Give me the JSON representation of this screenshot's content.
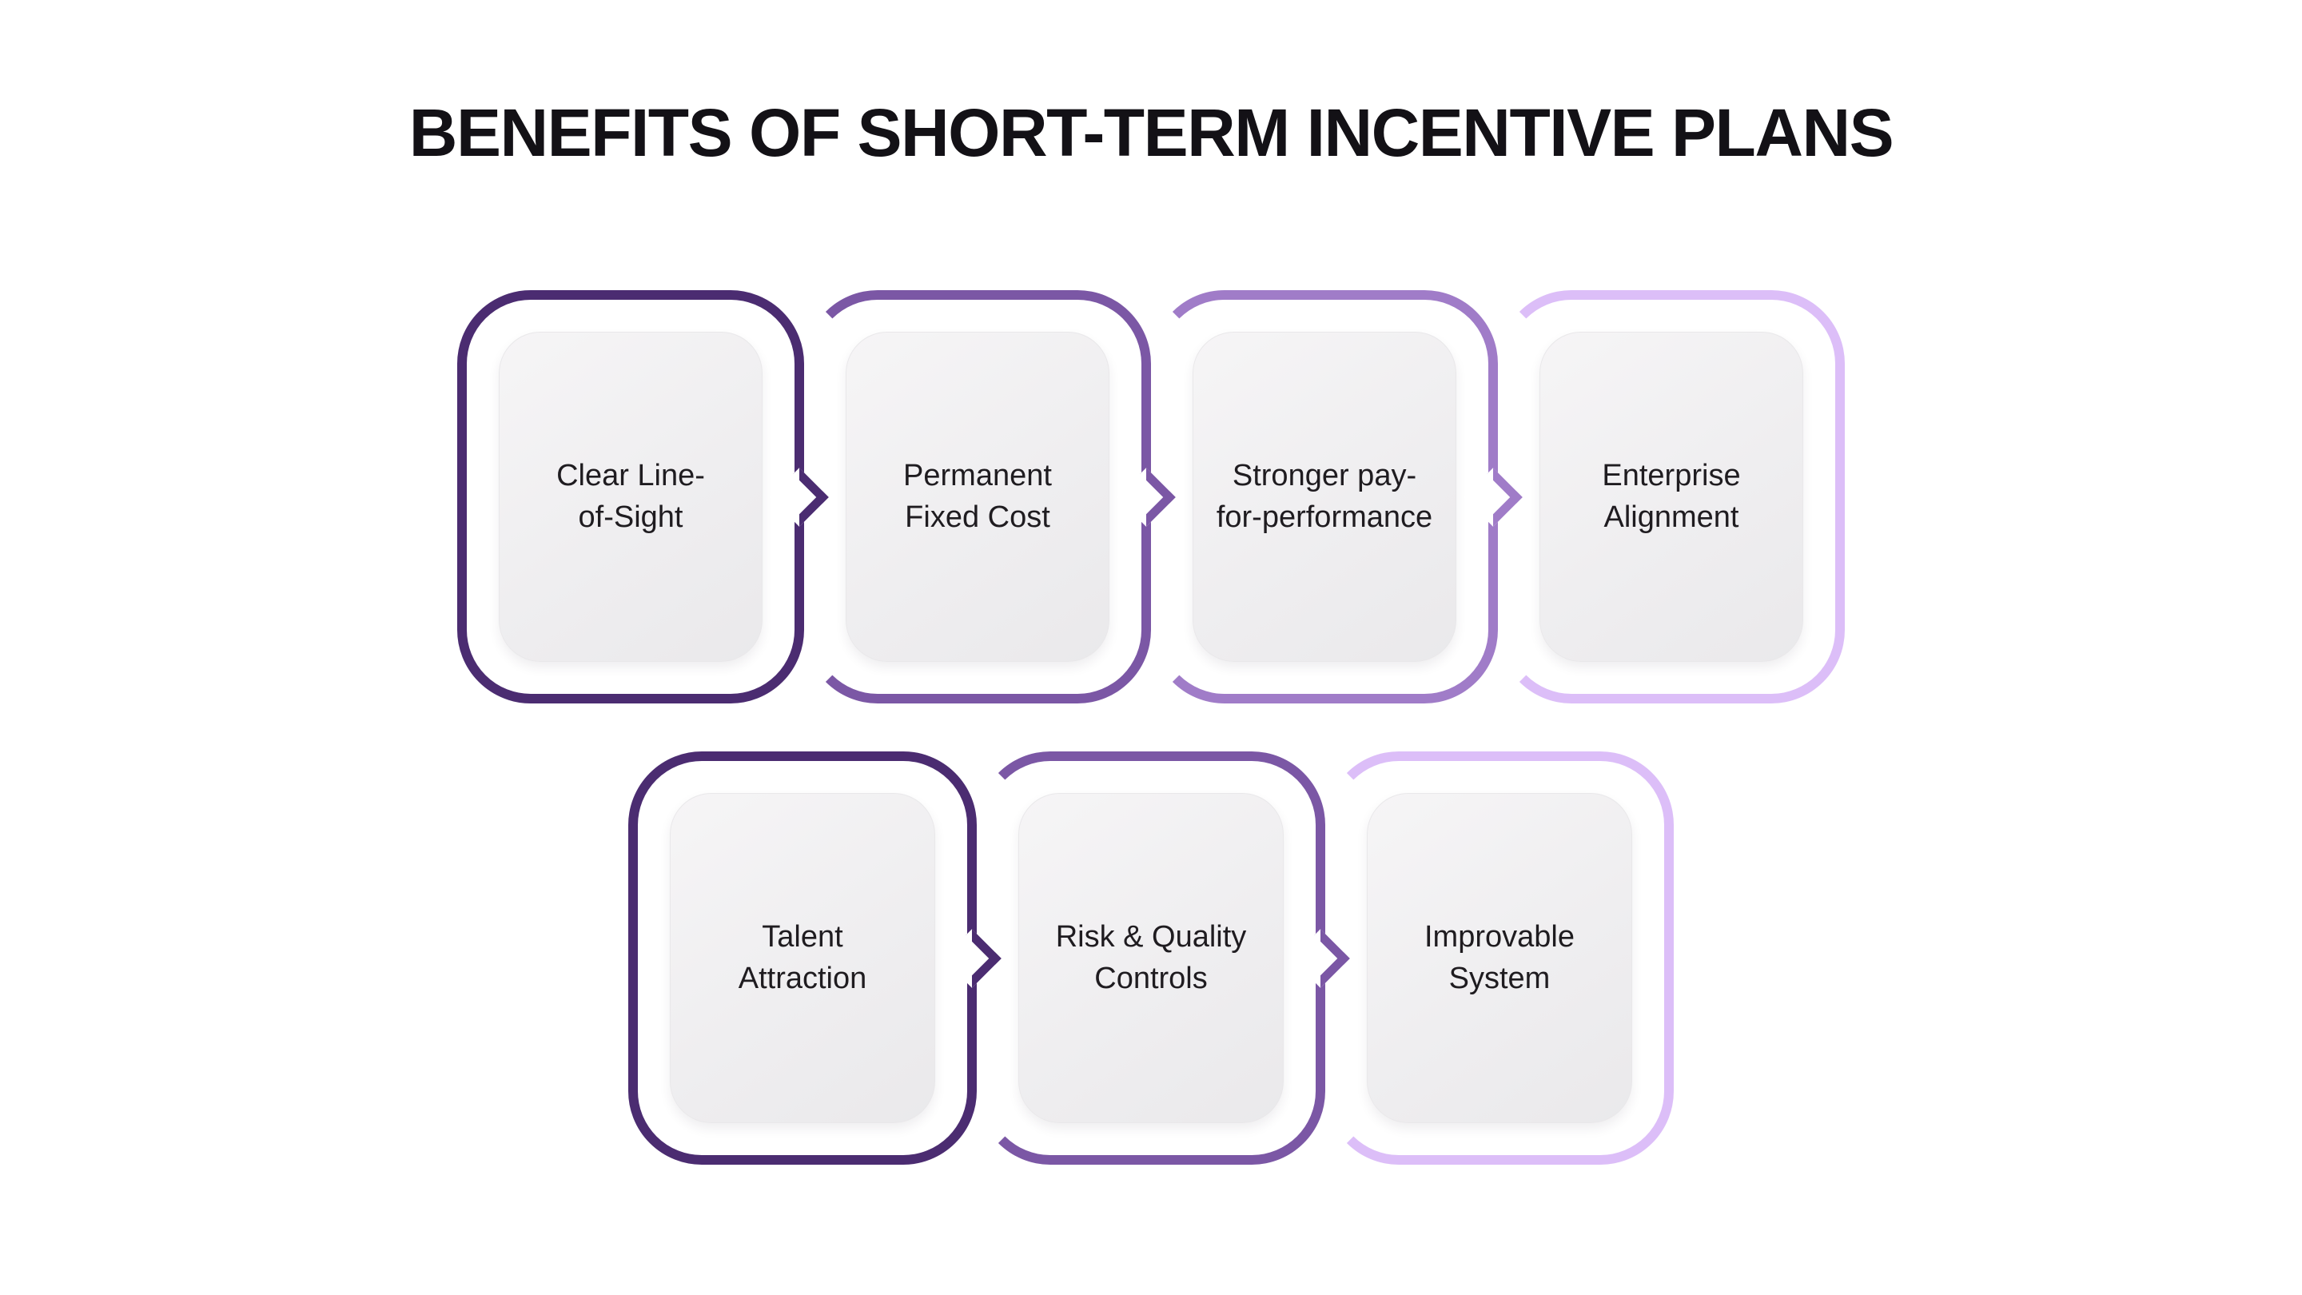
{
  "title": "BENEFITS OF SHORT-TERM INCENTIVE PLANS",
  "colors": {
    "background": "#ffffff",
    "panel_fill": "#efeef0",
    "title_text": "#131116",
    "label_text": "#1f1c20",
    "accent_dark_purple": "#4B2C71",
    "accent_medium_purple": "#7B57A5",
    "accent_light_purple": "#A07CC8",
    "accent_lavender": "#DCBEF8"
  },
  "cards": [
    {
      "id": "clear-line-of-sight",
      "label": "Clear Line-\nof-Sight",
      "color": "#4B2C71",
      "row": 1,
      "arrow_to_next": true
    },
    {
      "id": "permanent-fixed-cost",
      "label": "Permanent\nFixed Cost",
      "color": "#7B57A5",
      "row": 1,
      "arrow_to_next": true
    },
    {
      "id": "stronger-pay-for-performance",
      "label": "Stronger pay-\nfor-performance",
      "color": "#A07CC8",
      "row": 1,
      "arrow_to_next": true
    },
    {
      "id": "enterprise-alignment",
      "label": "Enterprise\nAlignment",
      "color": "#DCBEF8",
      "row": 1,
      "arrow_to_next": false
    },
    {
      "id": "talent-attraction",
      "label": "Talent\nAttraction",
      "color": "#4B2C71",
      "row": 2,
      "arrow_to_next": true
    },
    {
      "id": "risk-quality-controls",
      "label": "Risk & Quality\nControls",
      "color": "#7B57A5",
      "row": 2,
      "arrow_to_next": true
    },
    {
      "id": "improvable-system",
      "label": "Improvable\nSystem",
      "color": "#DCBEF8",
      "row": 2,
      "arrow_to_next": false
    }
  ]
}
